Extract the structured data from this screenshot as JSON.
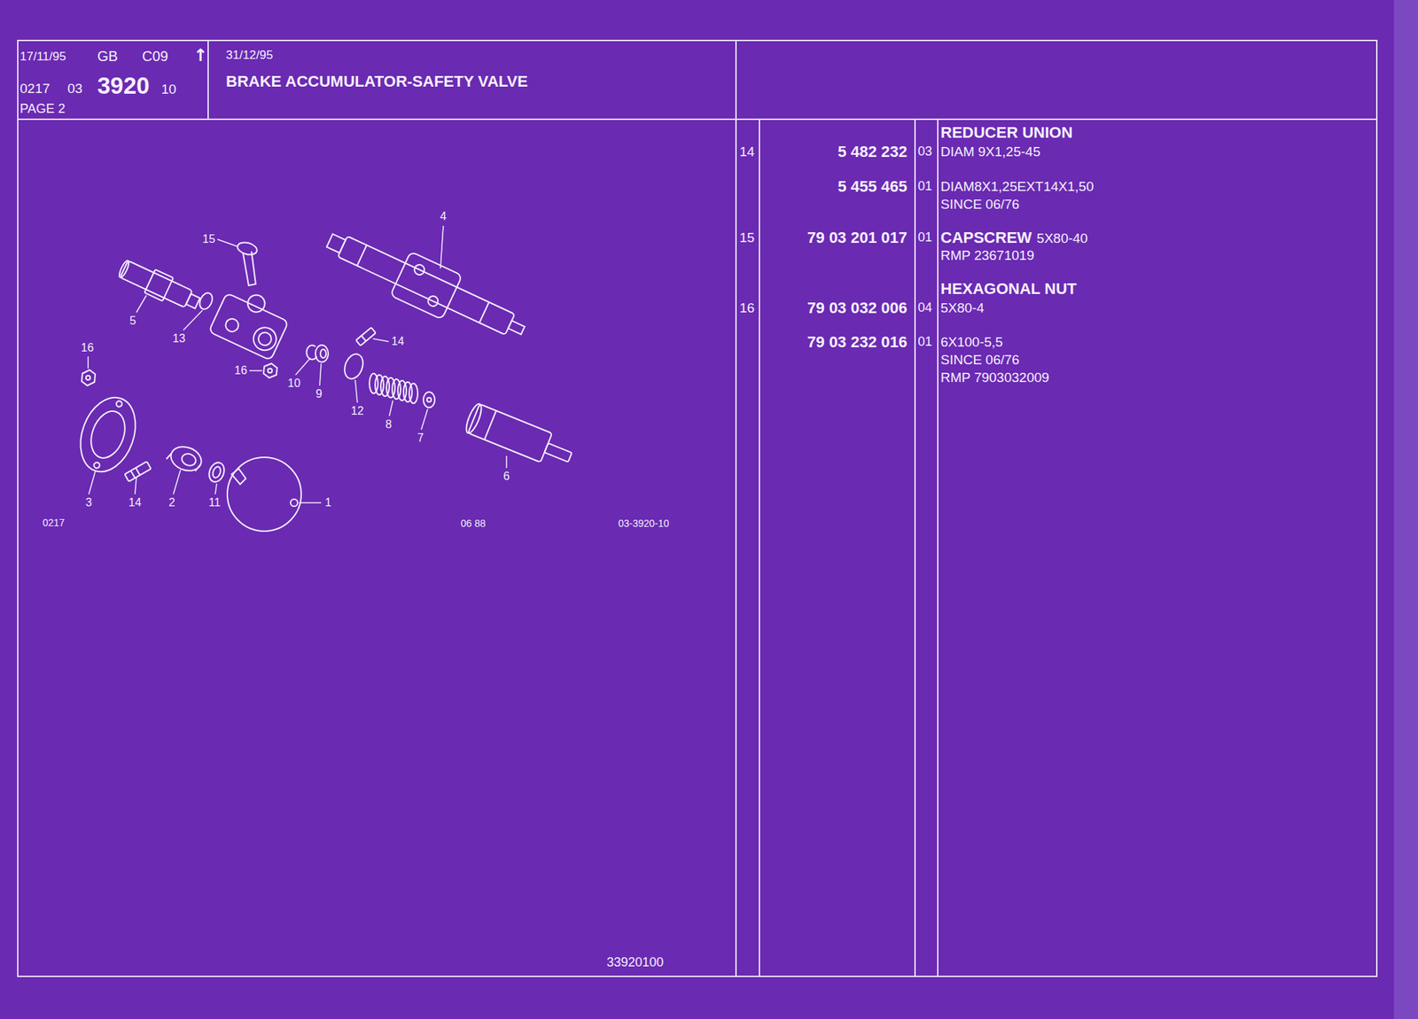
{
  "diagram": {
    "title": "BRAKE ACCUMULATOR-SAFETY VALVE",
    "nodes": [
      {
        "text": [
          "17/11/95",
          "GB",
          "C09",
          "↑",
          "0217",
          "03",
          "3920",
          "10",
          "PAGE 2"
        ]
      },
      {
        "text": [
          "31/12/95"
        ]
      }
    ],
    "labels": [
      "14",
      "5 482 232",
      "03",
      "REDUCER UNION",
      "DIAM 9X1,25-45",
      "5 455 465",
      "01",
      "DIAM8X1,25EXT14X1,50",
      "SINCE 06/76",
      "15",
      "79 03 201 017",
      "01",
      "CAPSCREW",
      "5X80-40",
      "RMP 23671019",
      "HEXAGONAL NUT",
      "16",
      "79 03 032 006",
      "04",
      "5X80-4",
      "79 03 232 016",
      "01",
      "6X100-5,5",
      "SINCE 06/76",
      "RMP 7903032009",
      "15",
      "4",
      "5",
      "13",
      "16",
      "16",
      "10",
      "9",
      "14",
      "12",
      "8",
      "7",
      "6",
      "3",
      "14",
      "2",
      "11",
      "1",
      "0217",
      "06 88",
      "03-3920-10",
      "33920100"
    ]
  }
}
